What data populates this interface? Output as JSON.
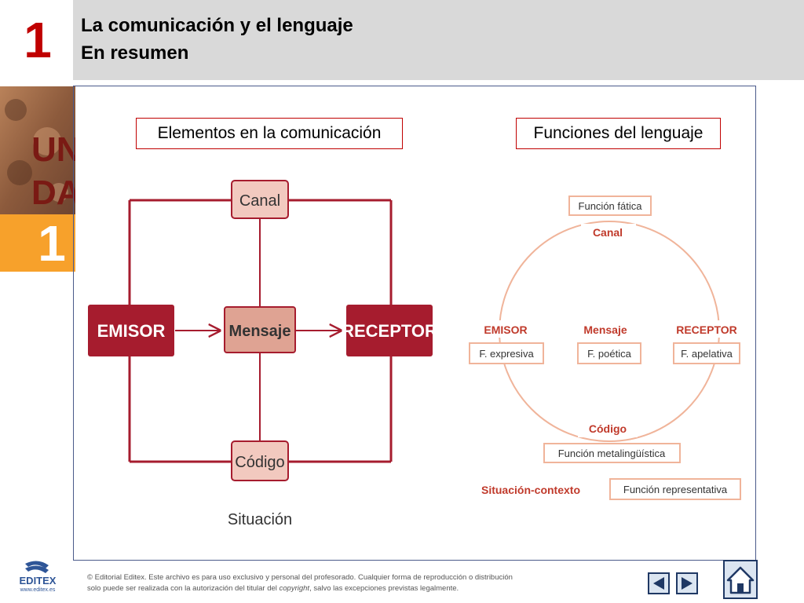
{
  "header": {
    "unit_number": "1",
    "title": "La comunicación y el lenguaje",
    "subtitle": "En resumen"
  },
  "sidebar_badge": {
    "text_top": "UNI",
    "text_bottom": "DAD",
    "number": "1"
  },
  "sections": {
    "left_title": "Elementos en la comunicación",
    "right_title": "Funciones del lenguaje"
  },
  "left_diagram": {
    "canal": "Canal",
    "emisor": "EMISOR",
    "mensaje": "Mensaje",
    "receptor": "RECEPTOR",
    "codigo": "Código",
    "situacion": "Situación"
  },
  "right_diagram": {
    "funcion_fatica": "Función fática",
    "canal": "Canal",
    "emisor": "EMISOR",
    "mensaje": "Mensaje",
    "receptor": "RECEPTOR",
    "f_expresiva": "F. expresiva",
    "f_poetica": "F. poética",
    "f_apelativa": "F. apelativa",
    "codigo": "Código",
    "funcion_metalinguistica": "Función metalingüística",
    "situacion_contexto": "Situación-contexto",
    "funcion_representativa": "Función representativa"
  },
  "footer": {
    "brand": "EDITEX",
    "website": "www.editex.es",
    "copyright_line1": "© Editorial Editex. Este archivo es para uso exclusivo y personal del profesorado. Cualquier forma de reproducción o distribución",
    "copyright_line2_a": "solo puede ser realizada con la autorización del titular del ",
    "copyright_line2_em": "copyright",
    "copyright_line2_b": ", salvo las excepciones previstas legalmente."
  },
  "colors": {
    "accent_red": "#c00000",
    "dark_red": "#a61c2e",
    "salmon_box": "#f2c9bf",
    "circle_line": "#f0b49a",
    "header_gray": "#d9d9d9",
    "orange_badge": "#f7a12b",
    "nav_blue": "#1f3864"
  },
  "icons": {
    "prev": "triangle-left-icon",
    "next": "triangle-right-icon",
    "home": "house-icon"
  }
}
